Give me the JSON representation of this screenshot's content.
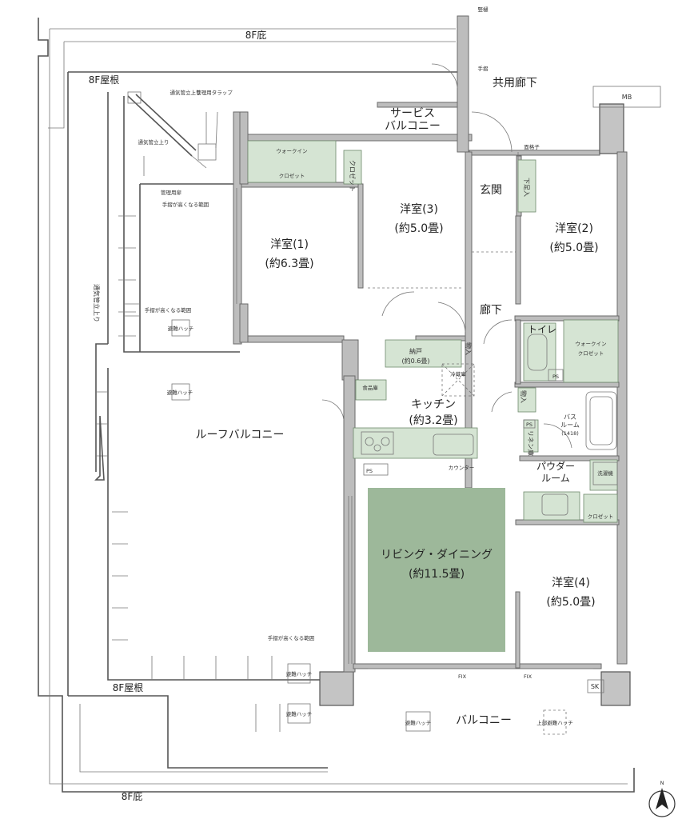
{
  "labels": {
    "floor_8f_top": "8F庇",
    "floor_8f_bottom": "8F庇",
    "roof_8f_top": "8F屋根",
    "roof_8f_bottom": "8F屋根",
    "common_corridor": "共用廊下",
    "service_balcony_l1": "サービス",
    "service_balcony_l2": "バルコニー",
    "mb": "MB",
    "entrance": "玄関",
    "corridor": "廊下",
    "room1_name": "洋室(1)",
    "room1_size": "(約6.3畳)",
    "room2_name": "洋室(2)",
    "room2_size": "(約5.0畳)",
    "room3_name": "洋室(3)",
    "room3_size": "(約5.0畳)",
    "room4_name": "洋室(4)",
    "room4_size": "(約5.0畳)",
    "toilet": "トイレ",
    "kitchen_name": "キッチン",
    "kitchen_size": "(約3.2畳)",
    "storage_name": "納戸",
    "storage_size": "(約0.6畳)",
    "bath_l1": "バス",
    "bath_l2": "ルーム",
    "bath_size": "(1418)",
    "powder_l1": "パウダー",
    "powder_l2": "ルーム",
    "ld_name": "リビング・ダイニング",
    "ld_size": "(約11.5畳)",
    "roof_balcony": "ルーフバルコニー",
    "balcony": "バルコニー",
    "sk": "SK",
    "walkin_l1": "ウォークイン",
    "walkin_l2": "クロゼット",
    "closet": "クロゼット",
    "geta": "下足入",
    "shoe_in": "物入",
    "counter": "カウンター",
    "food_storage": "食品庫",
    "ps": "PS",
    "fix": "FIX",
    "lim_line": "手摺が高くなる範囲",
    "vent_pipe": "通気管立上り",
    "tatesen": "竪樋",
    "vent_trap": "管理用タラップ",
    "mgmt_door": "管理用扉",
    "hatch": "避難ハッチ",
    "upper_hatch": "上部避難ハッチ",
    "rail": "面格子",
    "fridge": "冷蔵庫",
    "washer": "洗濯機",
    "linen": "リネン庫",
    "tesuri": "手摺",
    "north": "N"
  }
}
